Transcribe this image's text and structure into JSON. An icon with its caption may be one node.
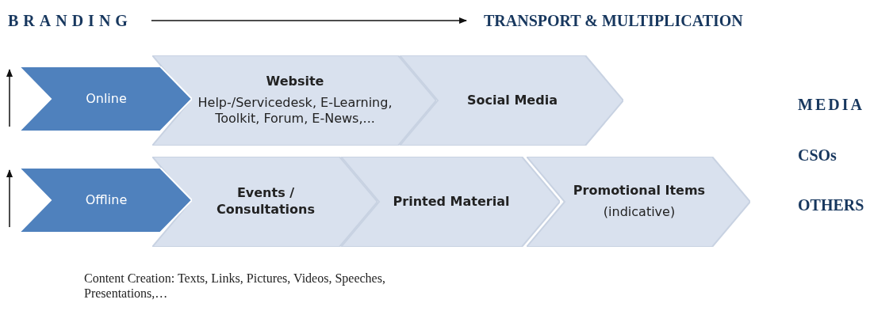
{
  "diagram": {
    "nodes": [
      {
        "text": [
          "BRANDING"
        ]
      },
      {
        "text": [
          "TRANSPORT & MULTIPLICATION"
        ]
      },
      {
        "text": [
          "Online"
        ]
      },
      {
        "text": [
          "Website",
          "Help-/Servicedesk, E-Learning, Toolkit, Forum, E-News,..."
        ]
      },
      {
        "text": [
          "Social Media"
        ]
      },
      {
        "text": [
          "Offline"
        ]
      },
      {
        "text": [
          "Events / Consultations"
        ]
      },
      {
        "text": [
          "Printed Material"
        ]
      },
      {
        "text": [
          "Promotional Items",
          "(indicative)"
        ]
      }
    ],
    "edges": [
      {
        "from": 0,
        "to": 1,
        "arrow": "to"
      }
    ],
    "labels": [
      "MEDIA",
      "CSOs",
      "OTHERS",
      "Content Creation: Texts, Links, Pictures, Videos, Speeches, Presentations,…"
    ]
  }
}
